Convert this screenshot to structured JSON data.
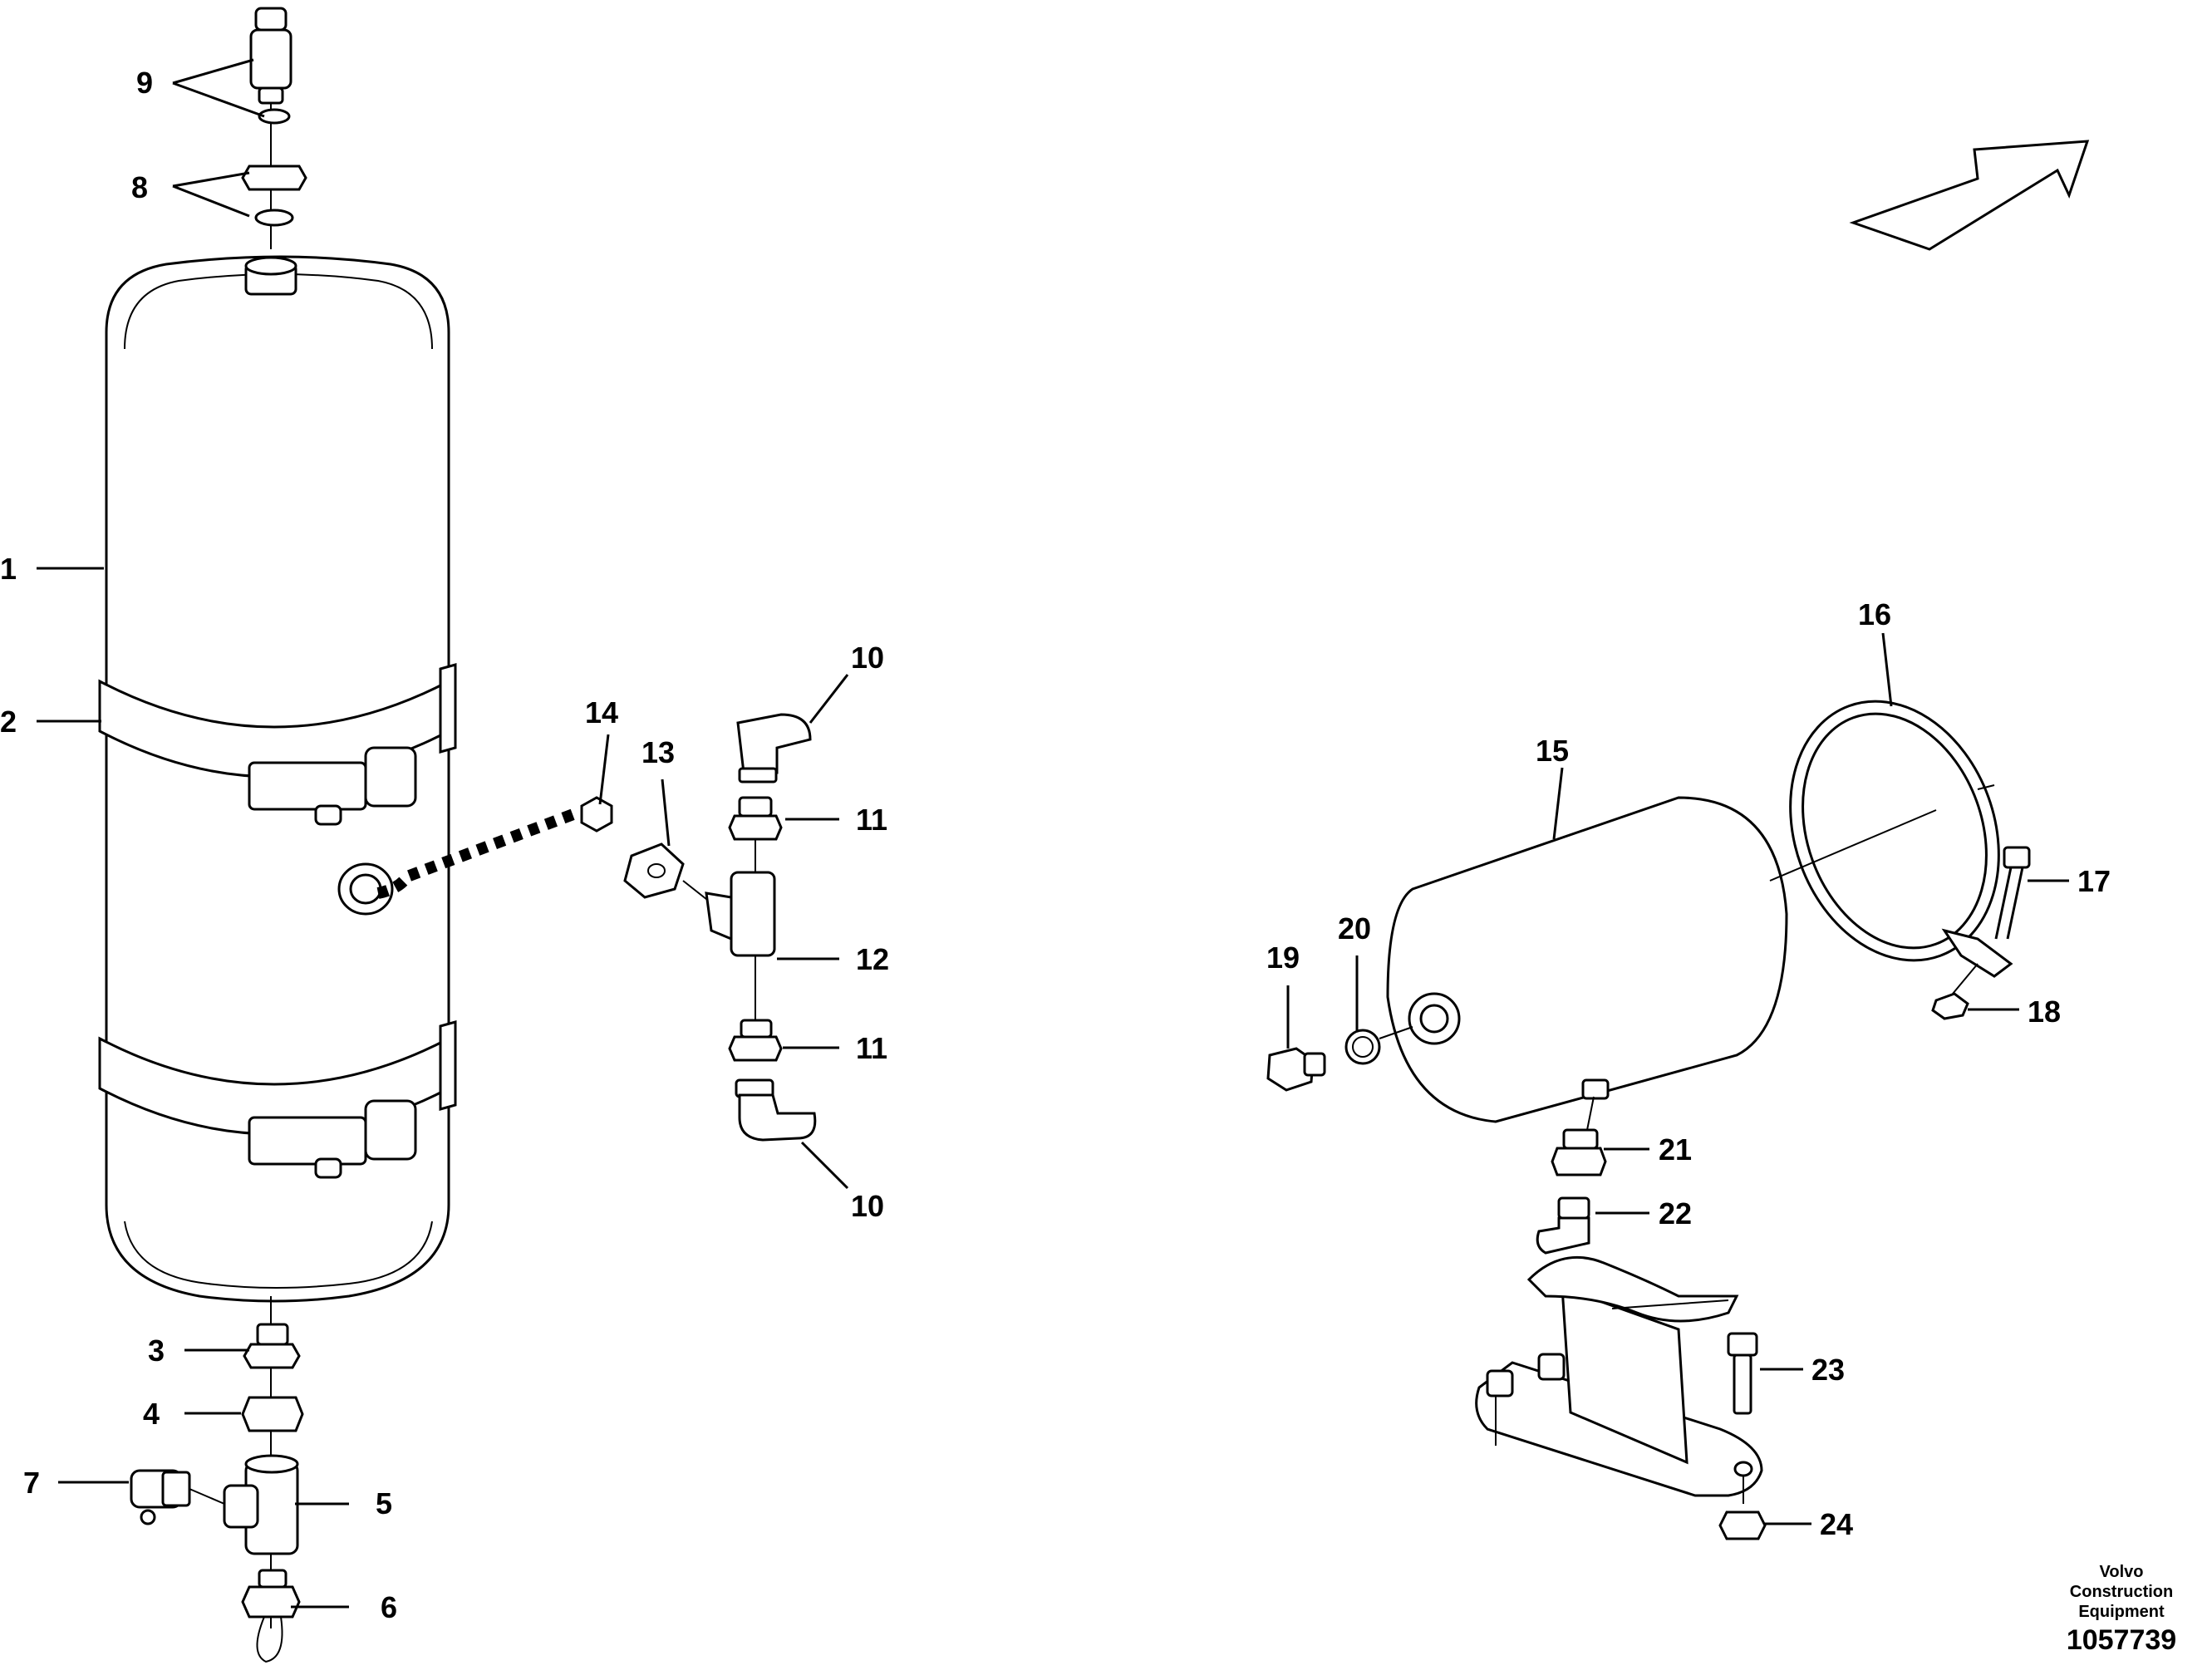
{
  "labels": {
    "l1": "1",
    "l2": "2",
    "l3": "3",
    "l4": "4",
    "l5": "5",
    "l6": "6",
    "l7": "7",
    "l8": "8",
    "l9": "9",
    "l10a": "10",
    "l10b": "10",
    "l11a": "11",
    "l11b": "11",
    "l12": "12",
    "l13": "13",
    "l14": "14",
    "l15": "15",
    "l16": "16",
    "l17": "17",
    "l18": "18",
    "l19": "19",
    "l20": "20",
    "l21": "21",
    "l22": "22",
    "l23": "23",
    "l24": "24"
  },
  "credit": {
    "brand": "Volvo Construction Equipment",
    "drawing_number": "1057739"
  }
}
